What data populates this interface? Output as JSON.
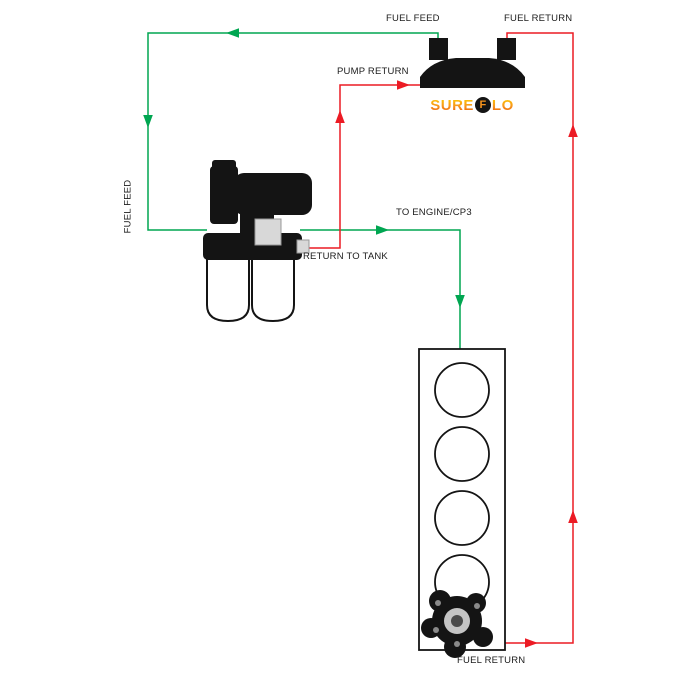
{
  "colors": {
    "feed": "#00A651",
    "return": "#EC1B24",
    "ink": "#141414",
    "logo_gold_top": "#FFD200",
    "logo_gold_mid": "#F7941D",
    "logo_gold_bottom": "#E85300"
  },
  "labels": {
    "fuel_feed_top": "FUEL FEED",
    "fuel_return_top": "FUEL RETURN",
    "pump_return": "PUMP RETURN",
    "fuel_feed_left": "FUEL FEED",
    "to_engine_cp3": "TO ENGINE/CP3",
    "return_to_tank": "RETURN TO TANK",
    "fuel_return_bottom": "FUEL RETURN"
  },
  "logo": {
    "word_start": "SURE",
    "circle_letter": "F",
    "word_end": "LO"
  }
}
